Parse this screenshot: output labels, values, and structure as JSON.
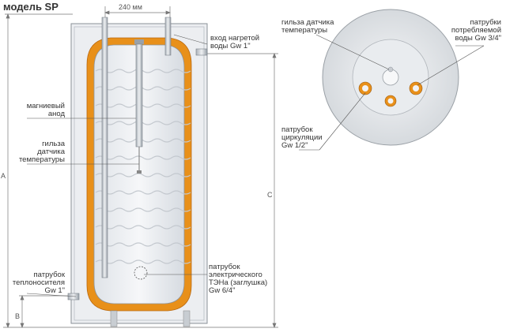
{
  "title": "модель SP",
  "dimension_top": "240 мм",
  "dim_letters": {
    "a": "A",
    "b": "B",
    "c": "C"
  },
  "labels": {
    "hot_water_inlet": [
      "вход нагретой",
      "воды Gw 1\""
    ],
    "magnesium_anode": [
      "магниевый",
      "анод"
    ],
    "temp_sensor_sleeve": [
      "гильза",
      "датчика",
      "температуры"
    ],
    "heat_carrier_nozzle": [
      "патрубок",
      "теплоносителя",
      "Gw 1\""
    ],
    "heater_nozzle": [
      "патрубок",
      "электрического",
      "ТЭНа (заглушка)",
      "Gw 6/4\""
    ],
    "top_sensor_sleeve": [
      "гильза датчика",
      "температуры"
    ],
    "consumed_water_nozzles": [
      "патрубки",
      "потребляемой",
      "воды Gw 3/4\""
    ],
    "circulation_nozzle": [
      "патрубок",
      "циркуляции",
      "Gw 1/2\""
    ]
  },
  "colors": {
    "insulation": "#e8901a",
    "tank": "#eef0f3",
    "shell": "#d9dde2",
    "line": "#555555"
  }
}
